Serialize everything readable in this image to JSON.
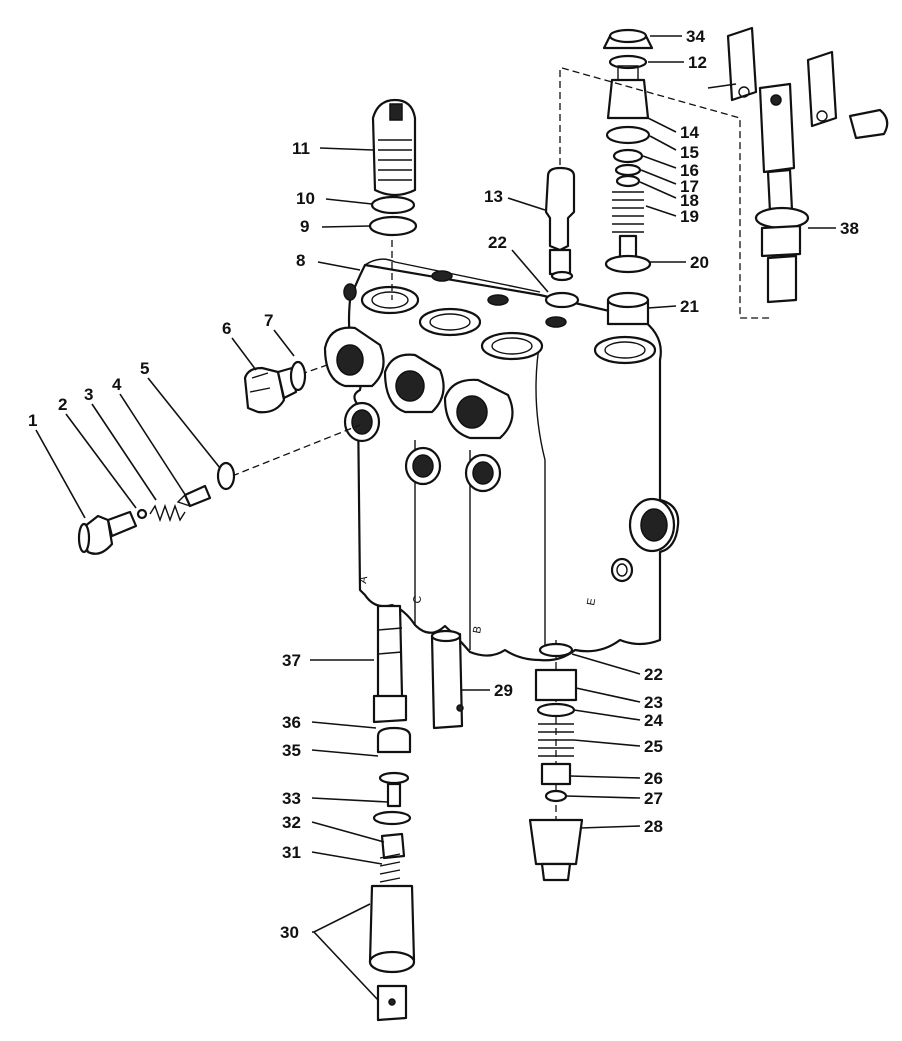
{
  "diagram": {
    "callouts": {
      "c1": "1",
      "c2": "2",
      "c3": "3",
      "c4": "4",
      "c5": "5",
      "c6": "6",
      "c7": "7",
      "c8": "8",
      "c9": "9",
      "c10": "10",
      "c11": "11",
      "c12": "12",
      "c13": "13",
      "c14": "14",
      "c15": "15",
      "c16": "16",
      "c17": "17",
      "c18": "18",
      "c19": "19",
      "c20": "20",
      "c21": "21",
      "c22a": "22",
      "c22b": "22",
      "c23": "23",
      "c24": "24",
      "c25": "25",
      "c26": "26",
      "c27": "27",
      "c28": "28",
      "c29": "29",
      "c30": "30",
      "c31": "31",
      "c32": "32",
      "c33": "33",
      "c34": "34",
      "c35": "35",
      "c36": "36",
      "c37": "37",
      "c38": "38"
    },
    "body_marks": {
      "a": "A",
      "b": "C",
      "c": "B",
      "d": "E"
    }
  }
}
